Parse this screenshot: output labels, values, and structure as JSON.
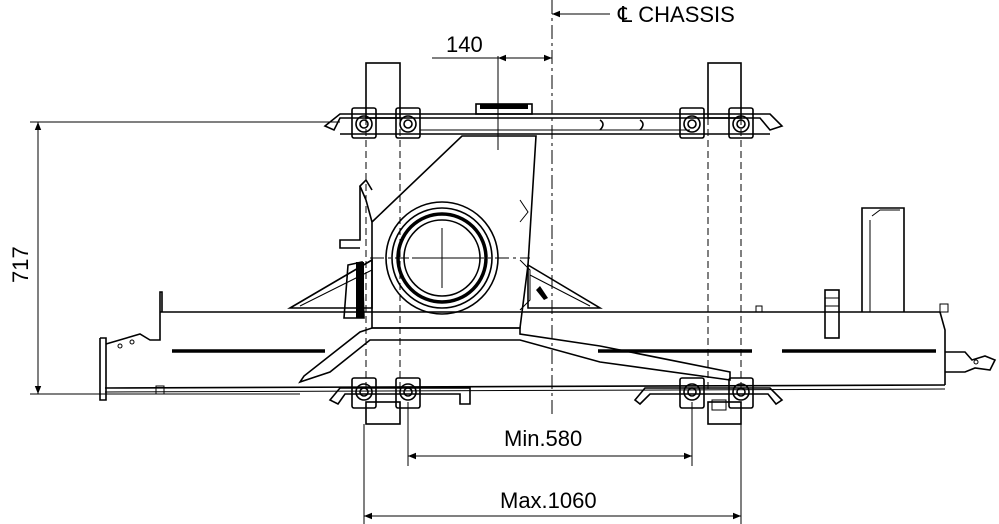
{
  "dimensions": {
    "centerline_label": "℄ CHASSIS",
    "offset_label": "140",
    "height_label": "717",
    "min_width_label": "Min.580",
    "max_width_label": "Max.1060"
  },
  "colors": {
    "line": "#000000",
    "background": "#ffffff"
  }
}
